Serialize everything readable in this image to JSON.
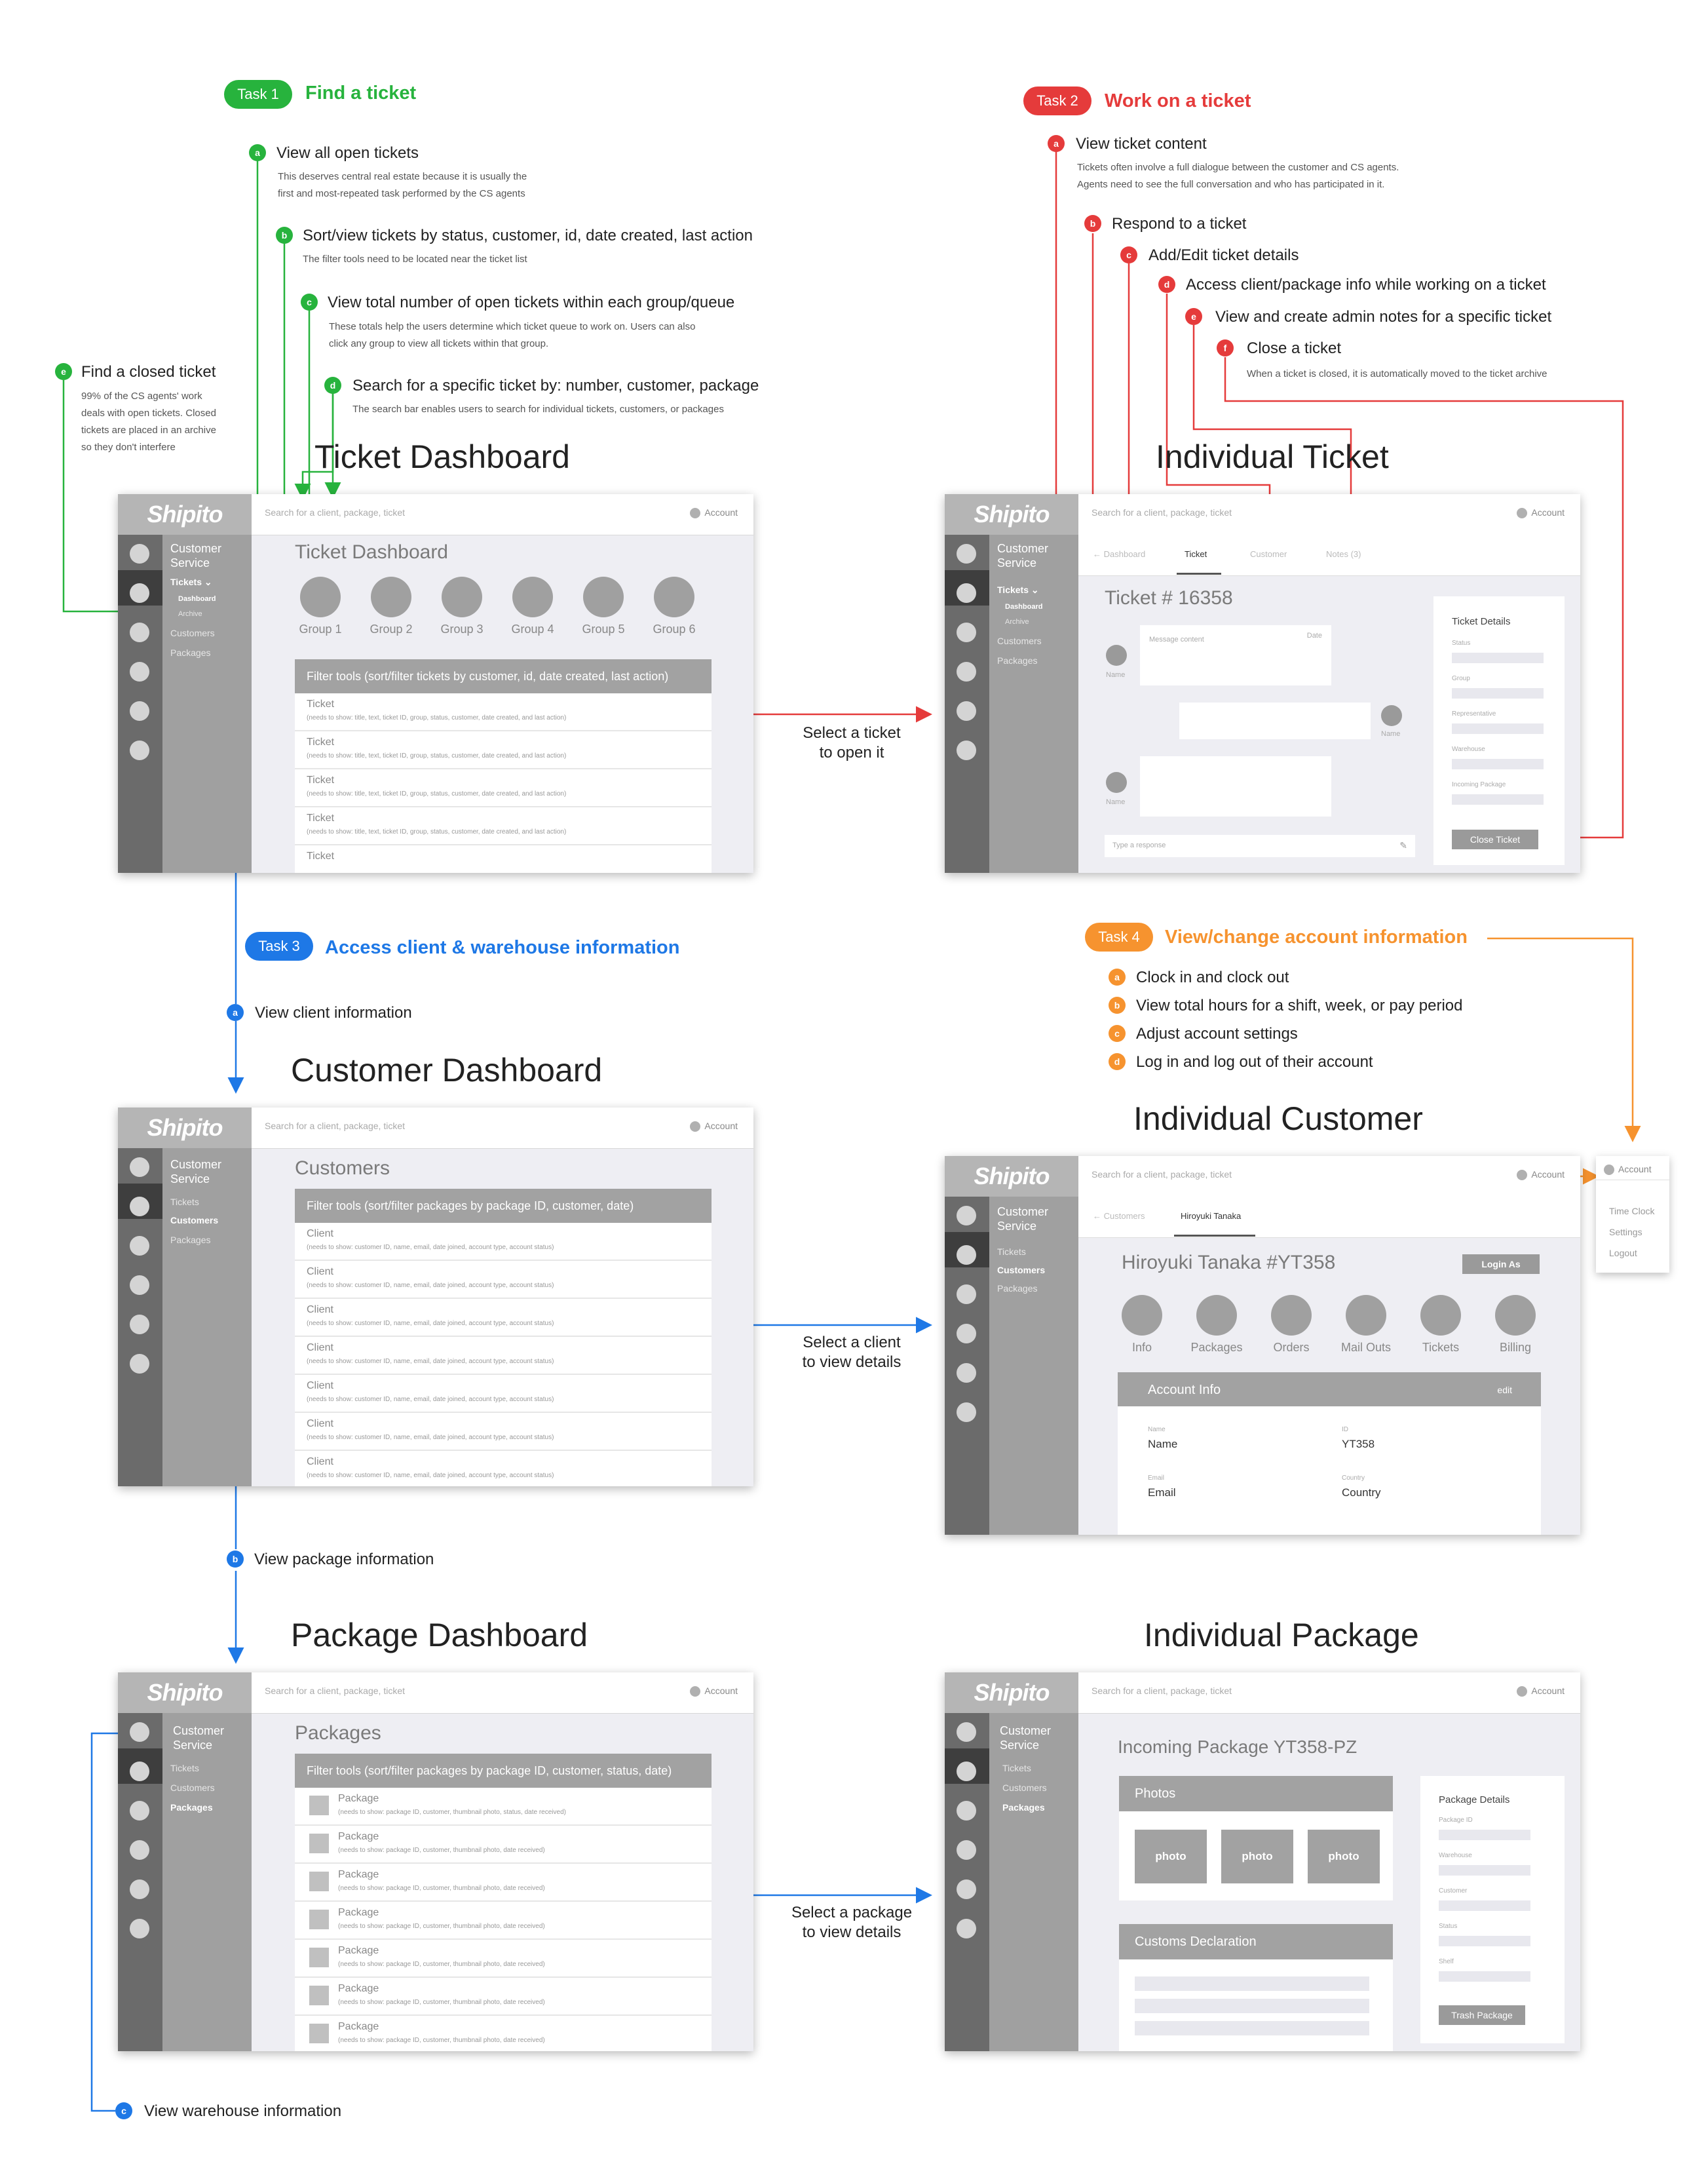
{
  "task1": {
    "pill": "Task 1",
    "title": "Find a ticket",
    "color": "#27b33d",
    "items": [
      {
        "letter": "a",
        "title": "View all open tickets",
        "desc1": "This deserves central real estate because it is usually the",
        "desc2": "first and most-repeated task performed by the CS agents"
      },
      {
        "letter": "b",
        "title": "Sort/view tickets by status, customer, id, date created, last action",
        "desc1": "The filter tools need to be located near the ticket list"
      },
      {
        "letter": "c",
        "title": "View total number of open tickets within each group/queue",
        "desc1": "These totals help the users determine which ticket queue to work on. Users can also",
        "desc2": "click any group to view all tickets within that group."
      },
      {
        "letter": "d",
        "title": "Search for a specific ticket by: number, customer, package",
        "desc1": "The search bar enables users to search for individual tickets, customers, or packages"
      },
      {
        "letter": "e",
        "title": "Find a closed ticket",
        "desc1": "99% of the CS agents' work",
        "desc2": "deals with open tickets. Closed",
        "desc3": "tickets are placed in an archive",
        "desc4": "so they don't interfere"
      }
    ]
  },
  "task2": {
    "pill": "Task 2",
    "title": "Work on a ticket",
    "color": "#e53b3b",
    "items": [
      {
        "letter": "a",
        "title": "View ticket content",
        "desc1": "Tickets often involve a full dialogue between the customer and CS agents.",
        "desc2": "Agents need to see the full conversation and who has participated in it."
      },
      {
        "letter": "b",
        "title": "Respond to a ticket"
      },
      {
        "letter": "c",
        "title": "Add/Edit ticket details"
      },
      {
        "letter": "d",
        "title": "Access client/package info while working on a ticket"
      },
      {
        "letter": "e",
        "title": "View and create admin notes for a specific ticket"
      },
      {
        "letter": "f",
        "title": "Close a ticket",
        "desc1": "When a ticket is closed, it is automatically moved to the ticket archive"
      }
    ]
  },
  "task3": {
    "pill": "Task 3",
    "title": "Access client & warehouse information",
    "color": "#1e78e6",
    "items": [
      {
        "letter": "a",
        "title": "View client information"
      },
      {
        "letter": "b",
        "title": "View package information"
      },
      {
        "letter": "c",
        "title": "View warehouse information"
      }
    ]
  },
  "task4": {
    "pill": "Task 4",
    "title": "View/change account information",
    "color": "#f6932f",
    "items": [
      {
        "letter": "a",
        "title": "Clock in and clock out"
      },
      {
        "letter": "b",
        "title": "View total hours for a shift, week, or pay period"
      },
      {
        "letter": "c",
        "title": "Adjust account settings"
      },
      {
        "letter": "d",
        "title": "Log in and log out of their account"
      }
    ]
  },
  "titles": {
    "ticket_dashboard": "Ticket Dashboard",
    "individual_ticket": "Individual Ticket",
    "customer_dashboard": "Customer Dashboard",
    "individual_customer": "Individual Customer",
    "package_dashboard": "Package Dashboard",
    "individual_package": "Individual Package"
  },
  "notes": {
    "select_ticket_1": "Select a ticket",
    "select_ticket_2": "to open it",
    "select_client_1": "Select a client",
    "select_client_2": "to view details",
    "select_package_1": "Select a package",
    "select_package_2": "to view details"
  },
  "common": {
    "logo": "Shipito",
    "search": "Search for a client, package, ticket",
    "account": "Account",
    "section1": "Customer",
    "section2": "Service",
    "nav_tickets": "Tickets",
    "nav_tickets_open": "Tickets ⌄",
    "nav_dashboard": "Dashboard",
    "nav_archive": "Archive",
    "nav_customers": "Customers",
    "nav_packages": "Packages"
  },
  "ticket_dash": {
    "heading": "Ticket Dashboard",
    "groups": [
      "Group 1",
      "Group 2",
      "Group 3",
      "Group 4",
      "Group 5",
      "Group 6"
    ],
    "filter": "Filter tools (sort/filter tickets by customer, id, date created, last action)",
    "row_title": "Ticket",
    "row_desc": "(needs to show: title, text, ticket ID, group, status, customer, date created, and last action)"
  },
  "ind_ticket": {
    "tabs": [
      "← Dashboard",
      "Ticket",
      "Customer",
      "Notes (3)"
    ],
    "heading": "Ticket # 16358",
    "message": "Message content",
    "date": "Date",
    "name": "Name",
    "response": "Type a response",
    "details_title": "Ticket Details",
    "fields": [
      "Status",
      "Group",
      "Representative",
      "Warehouse",
      "Incoming Package"
    ],
    "close": "Close Ticket"
  },
  "cust_dash": {
    "heading": "Customers",
    "filter": "Filter tools (sort/filter packages by package ID, customer, date)",
    "row_title": "Client",
    "row_desc": "(needs to show: customer ID, name, email, date joined, account type, account status)"
  },
  "ind_cust": {
    "tabs": [
      "← Customers",
      "Hiroyuki Tanaka"
    ],
    "heading": "Hiroyuki Tanaka #YT358",
    "login_as": "Login As",
    "circles": [
      "Info",
      "Packages",
      "Orders",
      "Mail Outs",
      "Tickets",
      "Billing"
    ],
    "account_info": "Account Info",
    "edit": "edit",
    "f_name_label": "Name",
    "f_name_value": "Name",
    "f_id_label": "ID",
    "f_id_value": "YT358",
    "f_email_label": "Email",
    "f_email_value": "Email",
    "f_country_label": "Country",
    "f_country_value": "Country",
    "menu": [
      "Time Clock",
      "Settings",
      "Logout"
    ]
  },
  "pkg_dash": {
    "heading": "Packages",
    "filter": "Filter tools (sort/filter packages by package ID, customer, status, date)",
    "row_title": "Package",
    "row_desc_first": "(needs to show: package ID, customer, thumbnail photo, status, date received)",
    "row_desc": "(needs to show: package ID, customer, thumbnail photo, date received)"
  },
  "ind_pkg": {
    "heading": "Incoming Package YT358-PZ",
    "photos": "Photos",
    "photo": "photo",
    "customs": "Customs Declaration",
    "details_title": "Package Details",
    "fields": [
      "Package ID",
      "Warehouse",
      "Customer",
      "Status",
      "Shelf"
    ],
    "trash": "Trash Package"
  }
}
